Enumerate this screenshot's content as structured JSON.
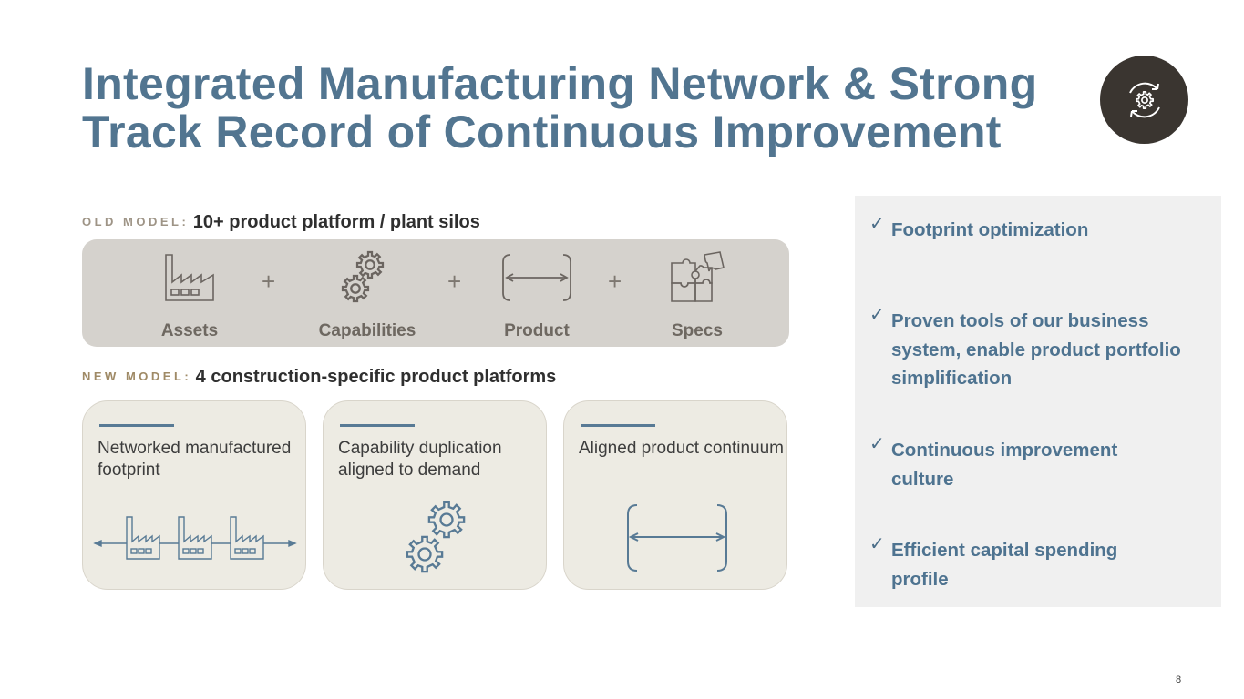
{
  "title": "Integrated Manufacturing Network & Strong Track Record of Continuous Improvement",
  "badge_icon": "gear-cycle-icon",
  "old_model": {
    "key": "OLD MODEL:",
    "description": "10+ product platform / plant silos",
    "items": [
      {
        "label": "Assets",
        "icon": "factory-icon"
      },
      {
        "label": "Capabilities",
        "icon": "gears-icon"
      },
      {
        "label": "Product",
        "icon": "bracket-range-icon"
      },
      {
        "label": "Specs",
        "icon": "puzzle-icon"
      }
    ],
    "plus": "+"
  },
  "new_model": {
    "key": "NEW MODEL:",
    "description": "4 construction-specific product platforms",
    "cards": [
      {
        "text": "Networked manufactured footprint",
        "icon": "factory-network-icon"
      },
      {
        "text": "Capability duplication aligned to demand",
        "icon": "gears-icon"
      },
      {
        "text": "Aligned product continuum",
        "icon": "bracket-range-icon"
      }
    ]
  },
  "highlights": {
    "check": "✓",
    "items": [
      "Footprint optimization",
      "Proven tools of our business system, enable product portfolio simplification",
      "Continuous improvement culture",
      "Efficient capital spending profile"
    ]
  },
  "page_number": "8",
  "colors": {
    "title": "#527590",
    "badge_bg": "#3a3530",
    "old_box": "#d5d2cd",
    "card_bg": "#edebe3",
    "accent_line": "#587a95",
    "panel_bg": "#f0f0f0",
    "old_key": "#9e9486",
    "new_key": "#9f8a66"
  }
}
